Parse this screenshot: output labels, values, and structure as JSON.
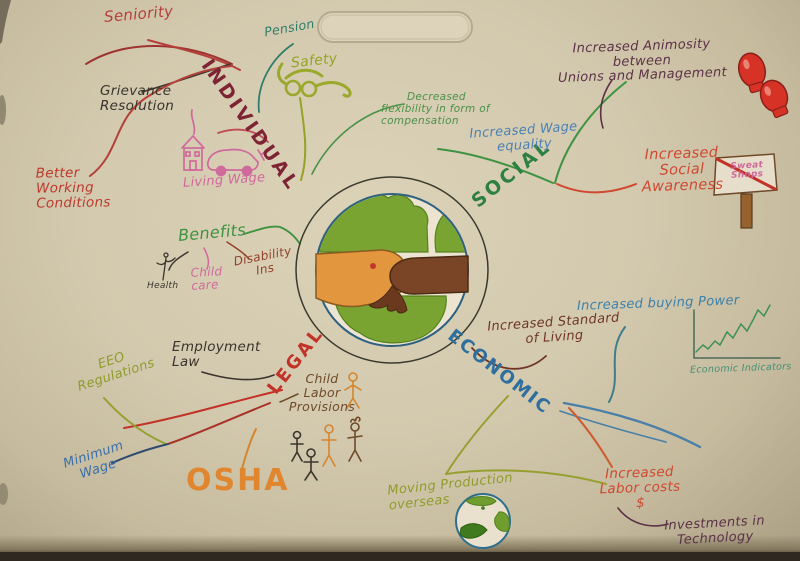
{
  "board": {
    "type": "hand-drawn mind map on whiteboard",
    "center_icon": "handshake-over-globe",
    "background_color": "#d3c9ae"
  },
  "colors": {
    "individual": "#7d2333",
    "social": "#2e8040",
    "economic": "#2e6f9e",
    "legal": "#c23227"
  },
  "icons": {
    "center": "handshake-over-globe",
    "safety": "safety-glasses",
    "living_wage": "house-and-car",
    "animosity": "boxing-gloves",
    "social_awareness": "no-sweat-shops-sign",
    "buying_power": "economic-indicators-line-chart",
    "moving_overseas": "globe",
    "child_labor": "stick-figures",
    "health": "medical-symbol",
    "board": "whiteboard-handle-cutout"
  },
  "branches": {
    "individual": {
      "label": "INDIVIDUAL",
      "children": [
        {
          "label": "Seniority"
        },
        {
          "label": "Grievance\nResolution"
        },
        {
          "label": "Better\nWorking\nConditions"
        },
        {
          "label": "Living Wage"
        },
        {
          "label": "Pension"
        },
        {
          "label": "Safety"
        },
        {
          "label": "Benefits",
          "children": [
            {
              "label": "Health"
            },
            {
              "label": "Child\ncare"
            },
            {
              "label": "Disability\nIns"
            }
          ]
        }
      ]
    },
    "social": {
      "label": "SOCIAL",
      "children": [
        {
          "label": "Decreased\nflexibility in form of\ncompensation"
        },
        {
          "label": "Increased Wage\nequality"
        },
        {
          "label": "Increased Animosity between\nUnions and Management"
        },
        {
          "label": "Increased\nSocial\nAwareness",
          "sign": "Sweat Shops"
        }
      ]
    },
    "economic": {
      "label": "ECONOMIC",
      "children": [
        {
          "label": "Increased Standard\nof Living"
        },
        {
          "label": "Increased buying Power",
          "chart_caption": "Economic Indicators"
        },
        {
          "label": "Increased\nLabor costs\n$"
        },
        {
          "label": "Investments in\nTechnology"
        },
        {
          "label": "Moving Production\noverseas"
        }
      ]
    },
    "legal": {
      "label": "LEGAL",
      "children": [
        {
          "label": "Employment\nLaw"
        },
        {
          "label": "EEO\nRegulations"
        },
        {
          "label": "Minimum\nWage"
        },
        {
          "label": "OSHA"
        },
        {
          "label": "Child\nLabor\nProvisions"
        }
      ]
    }
  }
}
